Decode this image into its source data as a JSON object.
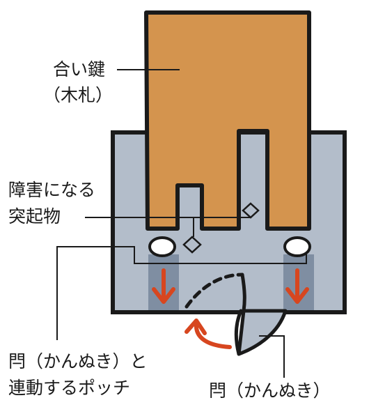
{
  "labels": {
    "key_line1": "合い鍵",
    "key_line2": "（木札）",
    "obstacle_line1": "障害になる",
    "obstacle_line2": "突起物",
    "pochi_line1": "閂（かんぬき）と",
    "pochi_line2": "連動するポッチ",
    "bolt": "閂（かんぬき）"
  },
  "colors": {
    "outline": "#1a1a1a",
    "key_fill": "#d4944e",
    "lock_fill": "#b3bdca",
    "slot_fill": "#7f8ea2",
    "arrow": "#d7461f",
    "bolt_fill": "#b3bdca",
    "background": "#ffffff"
  },
  "icons": {
    "down_arrows": "down-arrow-icon",
    "rotate_arrow": "curved-arrow-icon"
  }
}
